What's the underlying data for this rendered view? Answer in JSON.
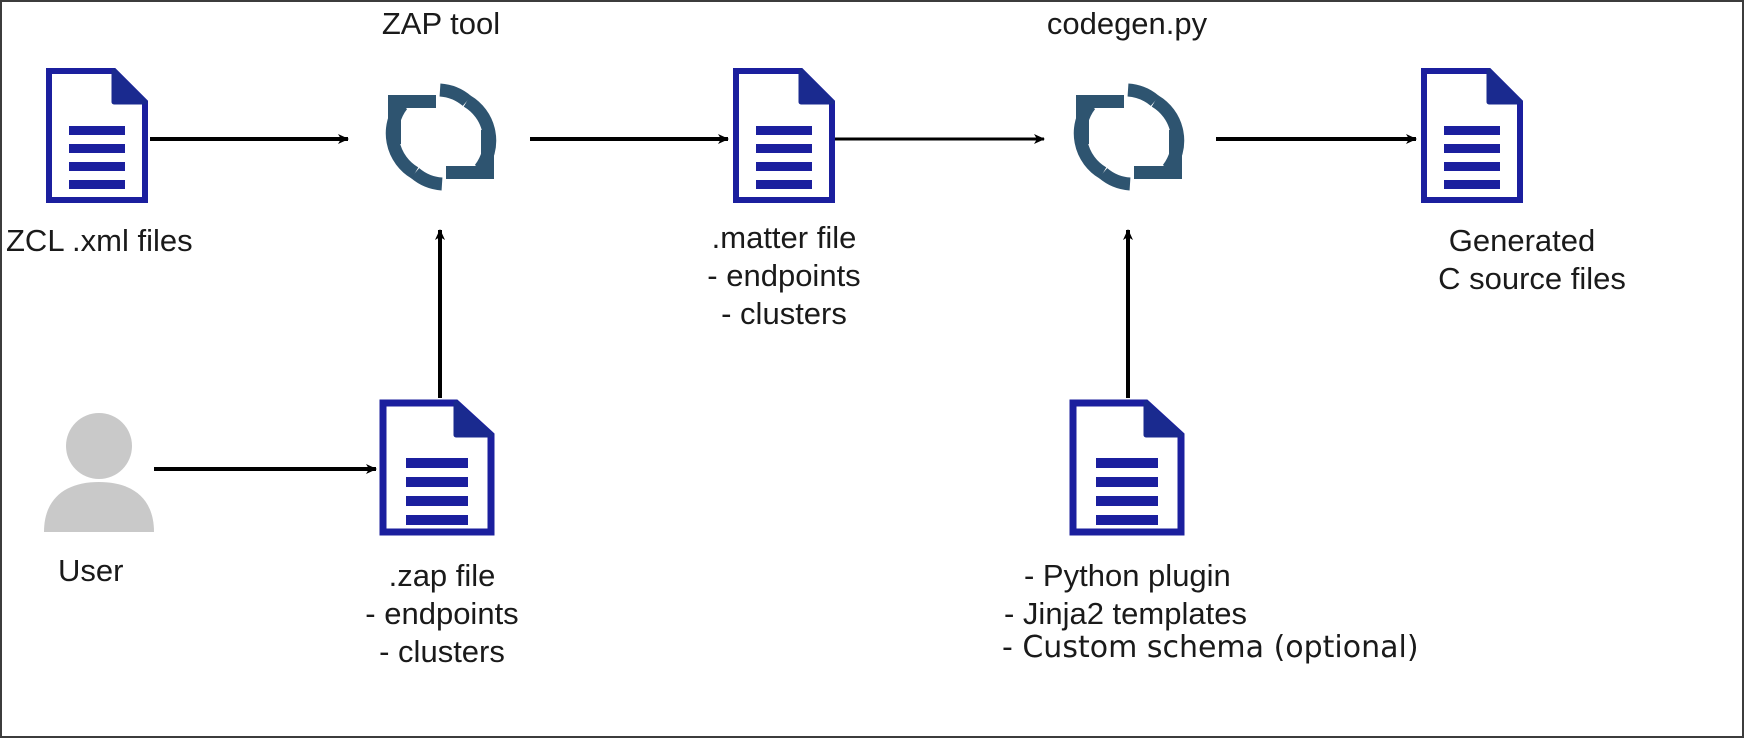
{
  "diagram": {
    "type": "flow-diagram",
    "background": "#ffffff",
    "border_color": "#3c3c3c",
    "colors": {
      "document_blue": "#1b1f9e",
      "document_fold": "#1a2a8f",
      "process_teal": "#2e5470",
      "user_grey": "#c9c9c9",
      "arrow_black": "#000000",
      "text_black": "#1a1a1a"
    },
    "titles": [
      {
        "id": "zap-tool-title",
        "text": "ZAP tool"
      },
      {
        "id": "codegen-title",
        "text": "codegen.py"
      }
    ],
    "nodes": [
      {
        "id": "zcl-xml-files",
        "icon": "document-icon",
        "label_lines": [
          "ZCL .xml files"
        ]
      },
      {
        "id": "zap-tool",
        "icon": "refresh-process-icon",
        "label_lines": []
      },
      {
        "id": "matter-file",
        "icon": "document-icon",
        "label_lines": [
          ".matter file",
          "- endpoints",
          "- clusters"
        ]
      },
      {
        "id": "codegen",
        "icon": "refresh-process-icon",
        "label_lines": []
      },
      {
        "id": "generated-c-source",
        "icon": "document-icon",
        "label_lines": [
          "Generated",
          "C source files"
        ]
      },
      {
        "id": "user",
        "icon": "user-icon",
        "label_lines": [
          "User"
        ]
      },
      {
        "id": "zap-file",
        "icon": "document-icon",
        "label_lines": [
          ".zap file",
          "- endpoints",
          "- clusters"
        ]
      },
      {
        "id": "plugin-inputs",
        "icon": "document-icon",
        "label_lines": [
          "- Python plugin",
          "- Jinja2 templates",
          "- Custom schema (optional)"
        ]
      }
    ],
    "edges": [
      {
        "id": "edge-zcl-to-zap",
        "from": "zcl-xml-files",
        "to": "zap-tool",
        "direction": "right"
      },
      {
        "id": "edge-zap-to-matter",
        "from": "zap-tool",
        "to": "matter-file",
        "direction": "right"
      },
      {
        "id": "edge-matter-to-codegen",
        "from": "matter-file",
        "to": "codegen",
        "direction": "right"
      },
      {
        "id": "edge-codegen-to-generated",
        "from": "codegen",
        "to": "generated-c-source",
        "direction": "right"
      },
      {
        "id": "edge-user-to-zapfile",
        "from": "user",
        "to": "zap-file",
        "direction": "right"
      },
      {
        "id": "edge-zapfile-to-zaptool",
        "from": "zap-file",
        "to": "zap-tool",
        "direction": "up"
      },
      {
        "id": "edge-plugins-to-codegen",
        "from": "plugin-inputs",
        "to": "codegen",
        "direction": "up"
      }
    ]
  }
}
